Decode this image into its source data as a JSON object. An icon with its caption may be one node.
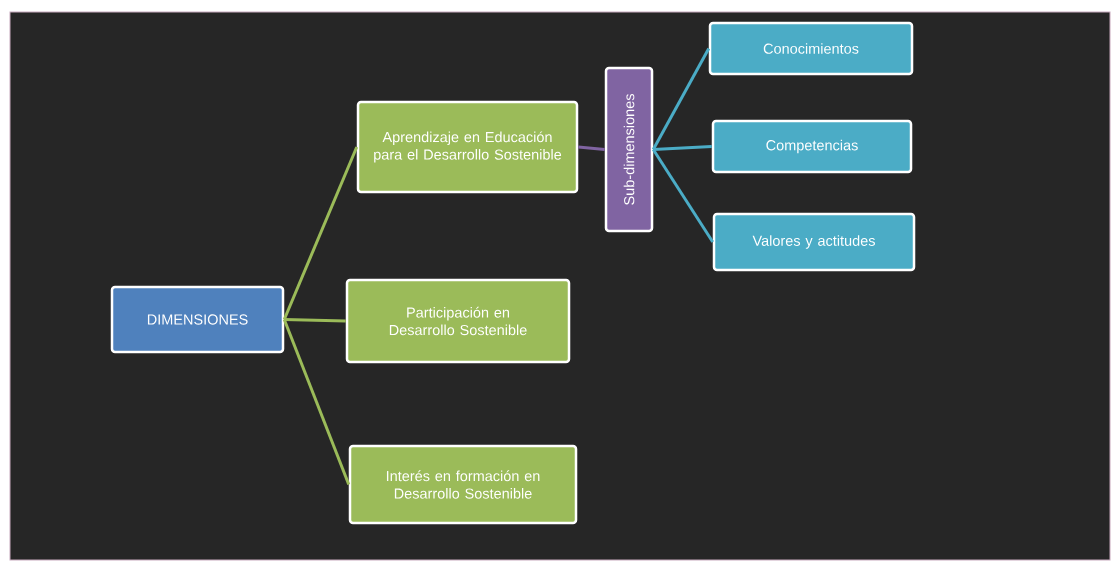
{
  "diagram": {
    "nodes": [
      {
        "text": [
          "DIMENSIONES"
        ]
      },
      {
        "text": [
          "Aprendizaje en Educación para el Desarrollo Sostenible"
        ]
      },
      {
        "text": [
          "Participación en Desarrollo Sostenible"
        ]
      },
      {
        "text": [
          "Interés en formación en Desarrollo Sostenible"
        ]
      },
      {
        "text": [
          "Sub-dimensiones"
        ]
      },
      {
        "text": [
          "Conocimientos"
        ]
      },
      {
        "text": [
          "Competencias"
        ]
      },
      {
        "text": [
          "Valores y actitudes"
        ]
      }
    ],
    "edges": [
      {
        "from": 0,
        "to": 1,
        "arrow": "none",
        "color": "#9bbb59"
      },
      {
        "from": 0,
        "to": 2,
        "arrow": "none",
        "color": "#9bbb59"
      },
      {
        "from": 0,
        "to": 3,
        "arrow": "none",
        "color": "#9bbb59"
      },
      {
        "from": 1,
        "to": 4,
        "arrow": "none",
        "color": "#8064a2"
      },
      {
        "from": 4,
        "to": 5,
        "arrow": "none",
        "color": "#4bacc6"
      },
      {
        "from": 4,
        "to": 6,
        "arrow": "none",
        "color": "#4bacc6"
      },
      {
        "from": 4,
        "to": 7,
        "arrow": "none",
        "color": "#4bacc6"
      }
    ]
  }
}
